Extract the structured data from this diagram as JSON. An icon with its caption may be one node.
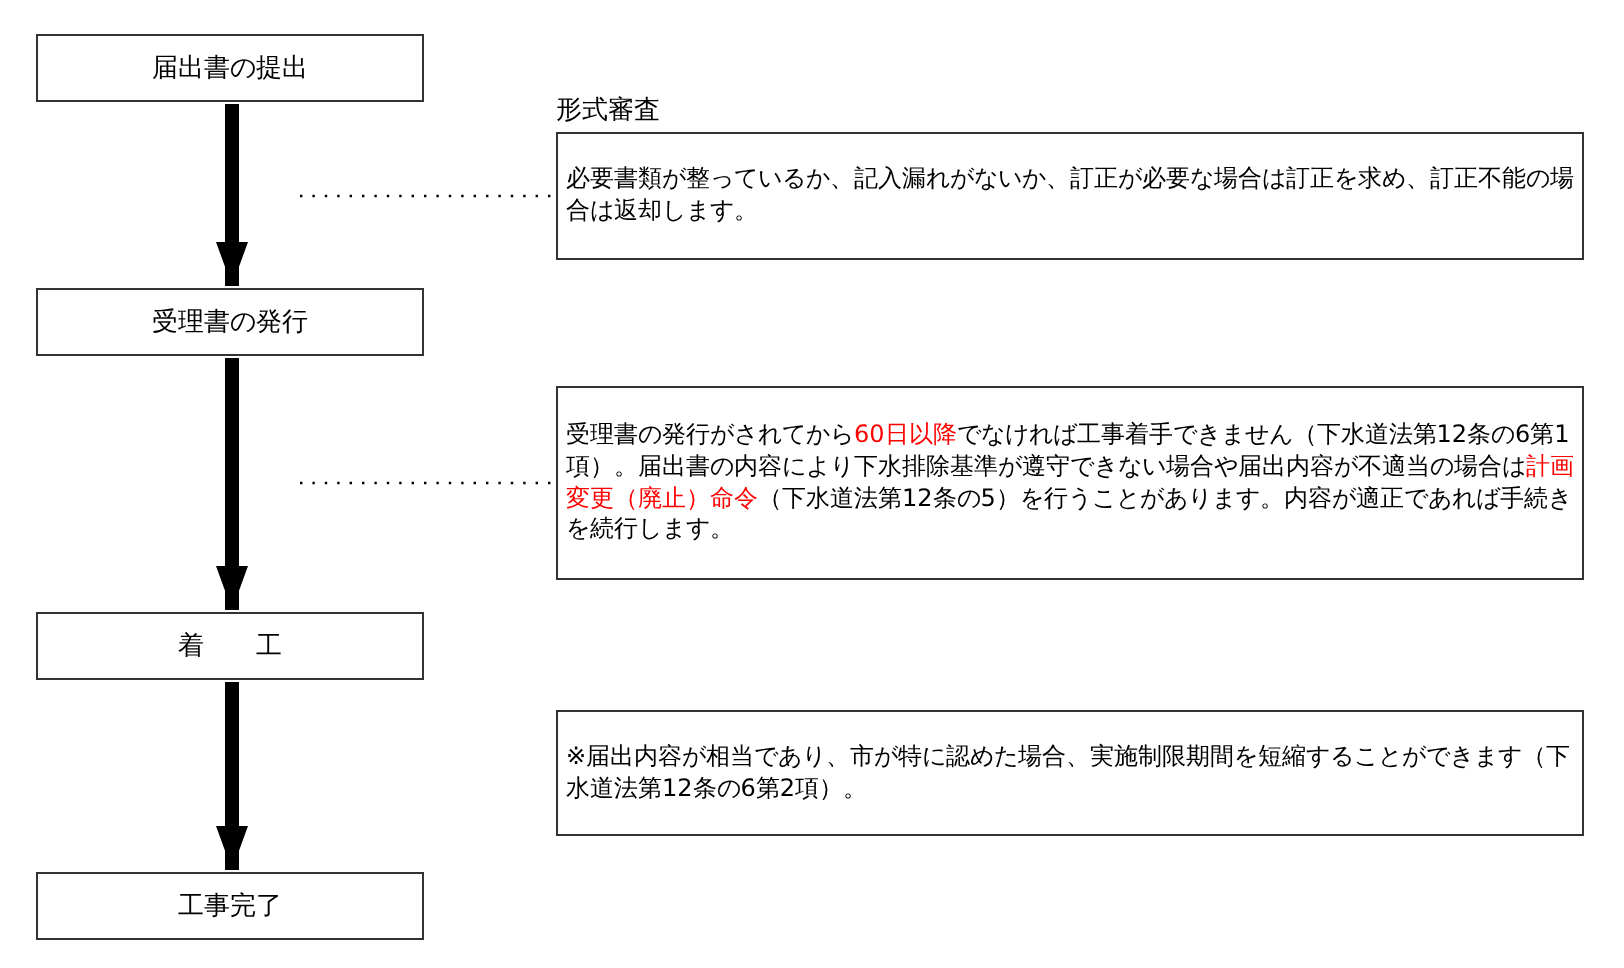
{
  "diagram": {
    "nodes": [
      {
        "text": [
          "届出書の提出"
        ]
      },
      {
        "text": [
          "受理書の発行"
        ]
      },
      {
        "text": [
          "着　　工"
        ]
      },
      {
        "text": [
          "工事完了"
        ]
      },
      {
        "text": [
          "形式審査",
          "必要書類が整っているか、記入漏れがないか、訂正が必要な場合は訂正を求め、訂正不能の場合は返却します。"
        ]
      },
      {
        "text": [
          "受理書の発行がされてから**60日以降**でなければ工事着手できません（下水道法第12条の6第1項）。届出書の内容により下水排除基準が遵守できない場合や届出内容が不適当の場合は**計画変更（廃止）命令**（下水道法第12条の5）を行うことがあります。内容が適正であれば手続きを続行します。"
        ]
      },
      {
        "text": [
          "※届出内容が相当であり、市が特に認めた場合、実施制限期間を短縮することができます（下水道法第12条の6第2項）。"
        ]
      }
    ],
    "edges": [
      {
        "from": 0,
        "to": 1,
        "arrow": "to"
      },
      {
        "from": 1,
        "to": 2,
        "arrow": "to"
      },
      {
        "from": 2,
        "to": 3,
        "arrow": "to"
      },
      {
        "from": null,
        "to": 4,
        "arrow": "none",
        "style": "dashed"
      },
      {
        "from": null,
        "to": 5,
        "arrow": "none",
        "style": "dashed"
      }
    ]
  }
}
